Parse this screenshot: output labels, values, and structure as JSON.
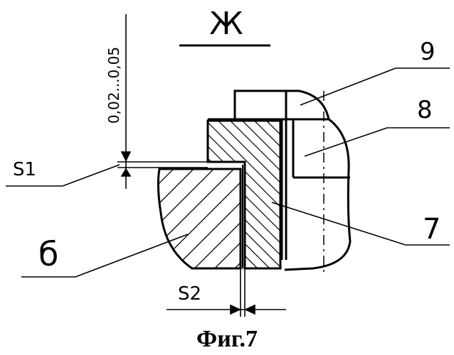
{
  "view_label": "Ж",
  "tolerance_label": "0,02...0,05",
  "labels": {
    "s1": "S1",
    "s2": "S2",
    "part6": "б",
    "part7": "7",
    "part8": "8",
    "part9": "9"
  },
  "caption": "Фиг.7"
}
